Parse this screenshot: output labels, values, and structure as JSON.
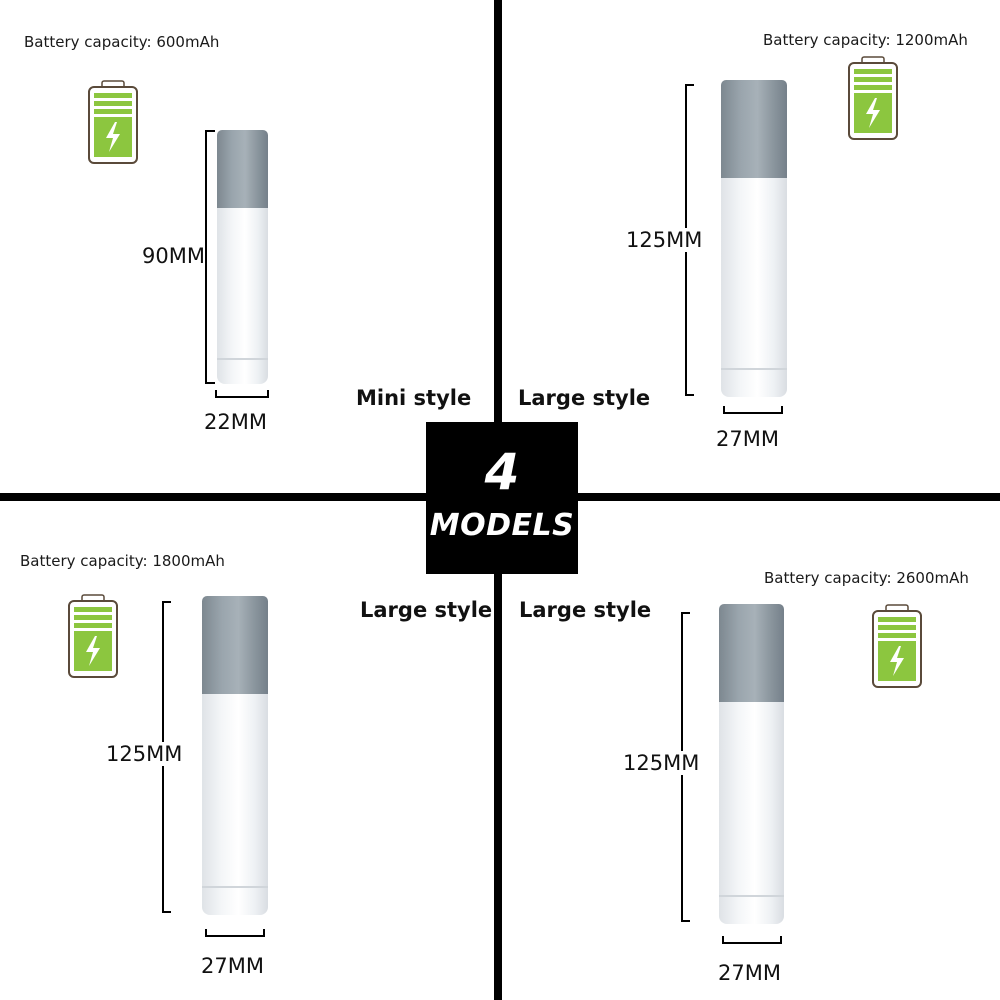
{
  "center": {
    "number": "4",
    "word": "MODELS"
  },
  "models": [
    {
      "capacity": "Battery capacity: 600mAh",
      "style": "Mini style",
      "length": "90MM",
      "diameter": "22MM"
    },
    {
      "capacity": "Battery capacity: 1200mAh",
      "style": "Large style",
      "length": "125MM",
      "diameter": "27MM"
    },
    {
      "capacity": "Battery capacity: 1800mAh",
      "style": "Large style",
      "length": "125MM",
      "diameter": "27MM"
    },
    {
      "capacity": "Battery capacity: 2600mAh",
      "style": "Large style",
      "length": "125MM",
      "diameter": "27MM"
    }
  ],
  "colors": {
    "battery_green": "#8cc63f",
    "torch_head": "#9aa5ad",
    "torch_body": "#f4f6f8"
  },
  "icons": {
    "battery": "battery-charging-icon"
  }
}
